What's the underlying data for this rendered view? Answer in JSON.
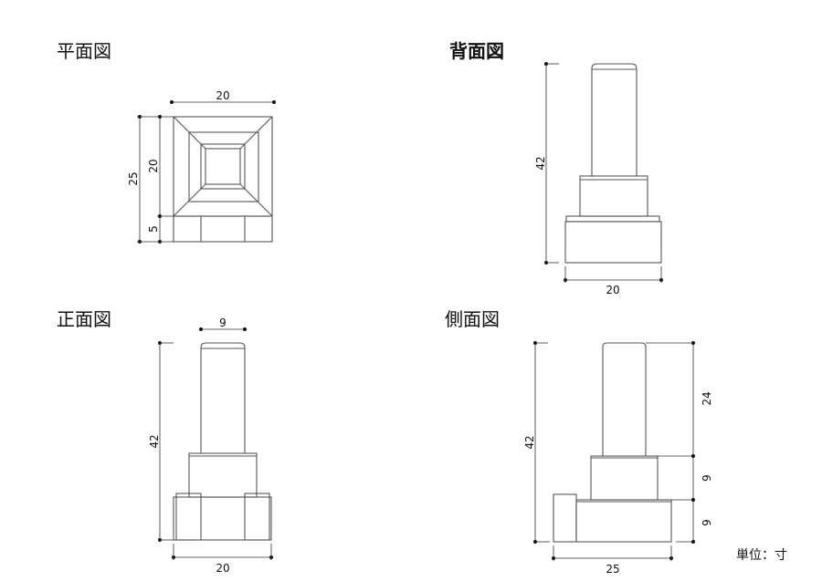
{
  "views": {
    "plan": {
      "title": "平面図",
      "dims": {
        "width": "20",
        "total_depth": "25",
        "top_depth": "20",
        "base_depth": "5"
      }
    },
    "back": {
      "title": "背面図",
      "dims": {
        "height": "42",
        "width": "20"
      }
    },
    "front": {
      "title": "正面図",
      "dims": {
        "pin_width": "9",
        "height": "42",
        "width": "20"
      }
    },
    "side": {
      "title": "側面図",
      "dims": {
        "height": "42",
        "pin_height": "24",
        "mid_height": "9",
        "base_height": "9",
        "width": "25"
      }
    }
  },
  "unit_label": "単位：寸"
}
